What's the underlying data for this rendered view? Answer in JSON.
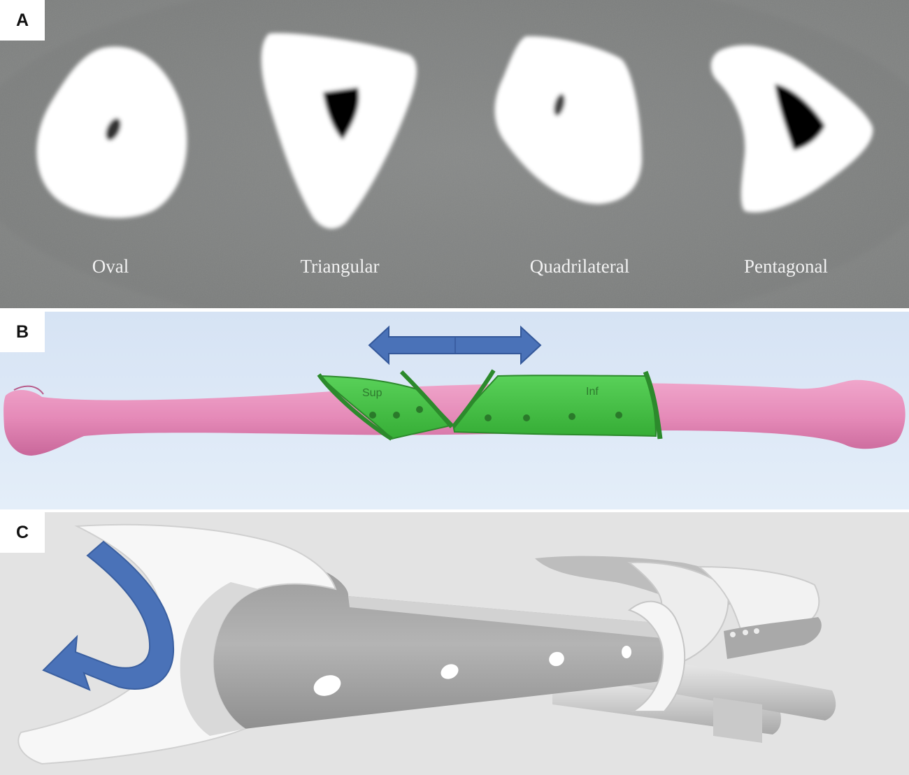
{
  "panels": {
    "a": {
      "letter": "A",
      "shapes": [
        {
          "label": "Oval",
          "icon": "oval-bone-section"
        },
        {
          "label": "Triangular",
          "icon": "triangular-bone-section"
        },
        {
          "label": "Quadrilateral",
          "icon": "quadrilateral-bone-section"
        },
        {
          "label": "Pentagonal",
          "icon": "pentagonal-bone-section"
        }
      ]
    },
    "b": {
      "letter": "B",
      "guide_labels": {
        "superior": "Sup",
        "inferior": "Inf"
      },
      "icon": "double-arrow-icon"
    },
    "c": {
      "letter": "C",
      "icon": "curved-rotation-arrow-icon"
    }
  },
  "colors": {
    "ct_background": "#8a8c8b",
    "bone_pink": "#e58ab8",
    "guide_green": "#3fc23f",
    "arrow_blue": "#4a72b8",
    "panel_b_background": "#dde9f7",
    "panel_c_background": "#e3e3e3"
  }
}
